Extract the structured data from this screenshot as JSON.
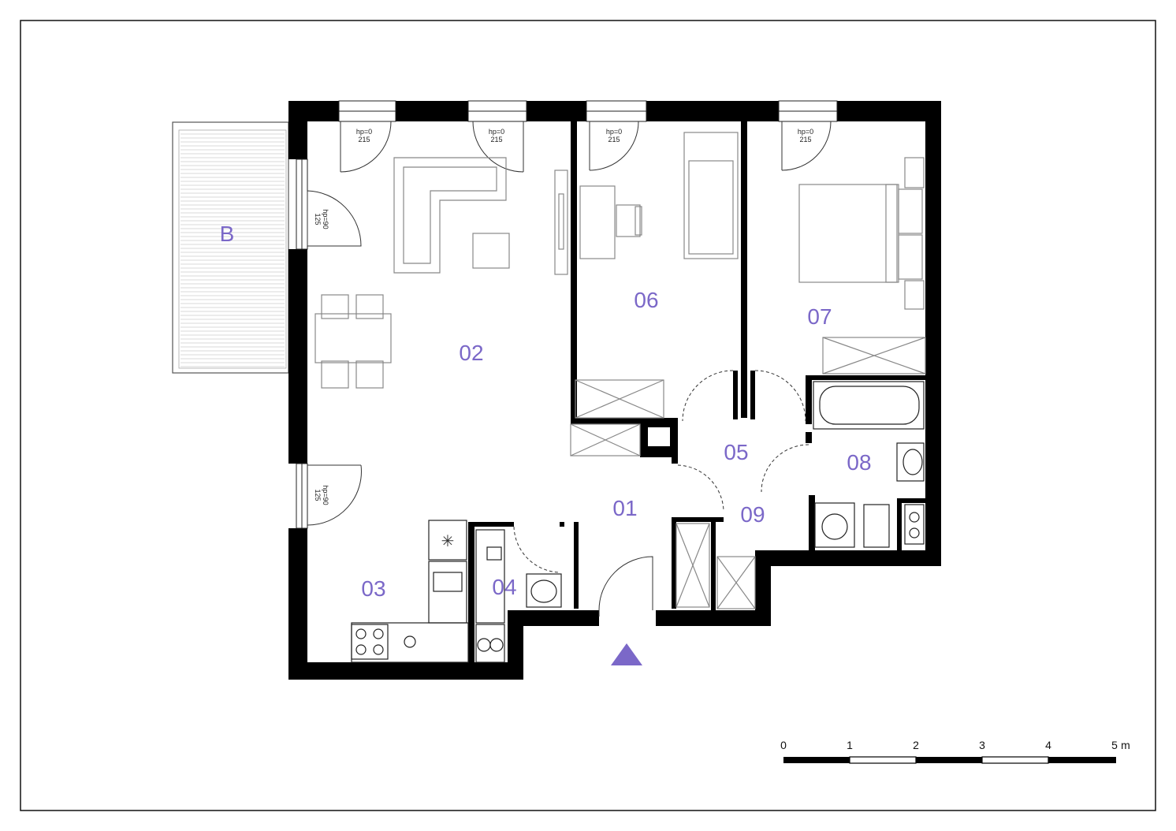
{
  "rooms": {
    "r01": "01",
    "r02": "02",
    "r03": "03",
    "r04": "04",
    "r05": "05",
    "r06": "06",
    "r07": "07",
    "r08": "08",
    "r09": "09",
    "balcony": "B"
  },
  "windows": [
    {
      "hp": "hp=0",
      "height": "215"
    },
    {
      "hp": "hp=0",
      "height": "215"
    },
    {
      "hp": "hp=0",
      "height": "215"
    },
    {
      "hp": "hp=0",
      "height": "215"
    }
  ],
  "side_windows": [
    {
      "hp": "hp=90",
      "height": "125"
    },
    {
      "hp": "hp=90",
      "height": "125"
    }
  ],
  "scale_bar": {
    "ticks": [
      "0",
      "1",
      "2",
      "3",
      "4",
      "5"
    ],
    "unit": "m"
  },
  "colors": {
    "label": "#7b68c8",
    "wall": "#000000",
    "entrance_marker": "#7b68c8"
  }
}
